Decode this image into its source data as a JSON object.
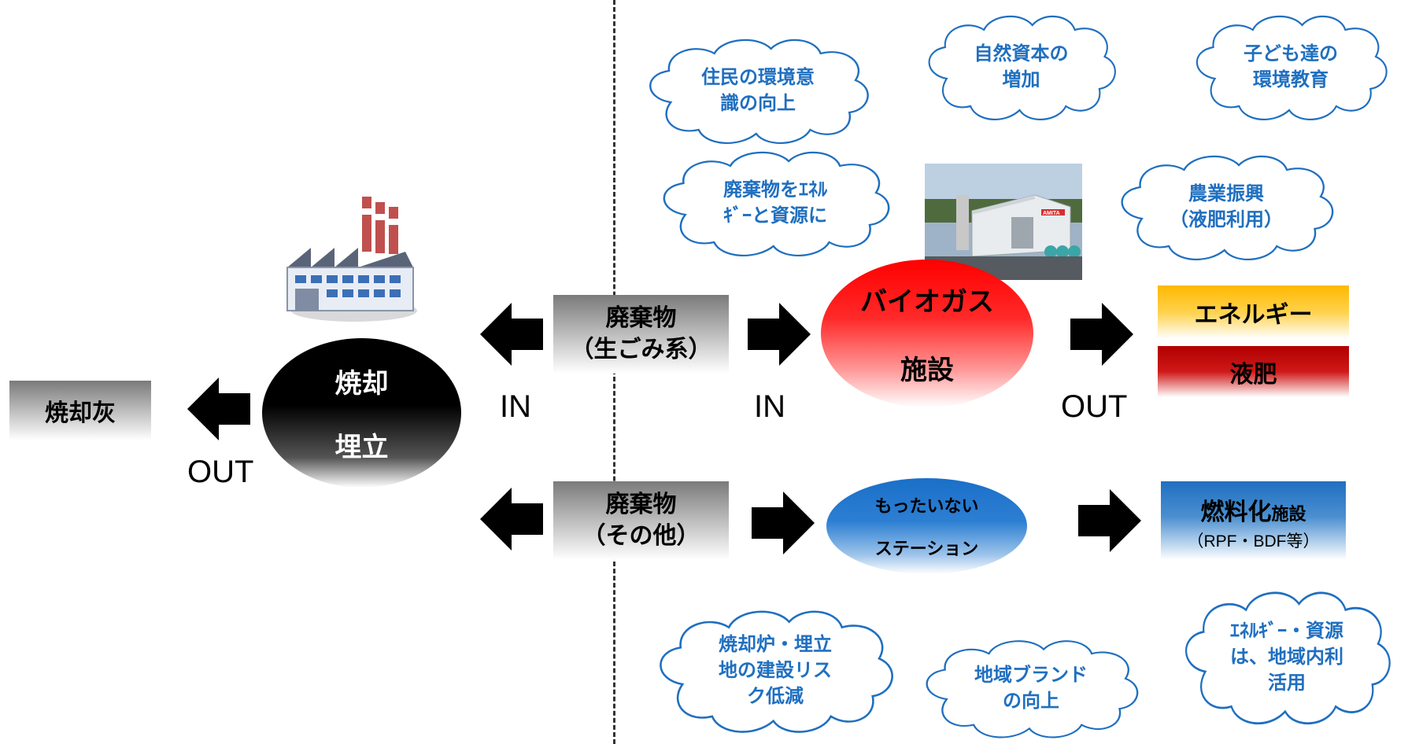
{
  "clouds": {
    "resident_awareness": "住民の環境意\n識の向上",
    "natural_capital": "自然資本の\n増加",
    "children_education": "子ども達の\n環境教育",
    "waste_to_energy": "廃棄物をｴﾈﾙ\nｷﾞｰと資源に",
    "agriculture": "農業振興\n（液肥利用）",
    "risk_reduction": "焼却炉・埋立\n地の建設リス\nク低減",
    "regional_brand": "地域ブランド\nの向上",
    "local_use": "ｴﾈﾙｷﾞｰ・資源\nは、地域内利\n活用"
  },
  "left": {
    "incineration_ash": "焼却灰",
    "incineration_line1": "焼却",
    "incineration_line2": "埋立",
    "out_label": "OUT",
    "in_label": "IN"
  },
  "center": {
    "waste_food_line1": "廃棄物",
    "waste_food_line2": "（生ごみ系）",
    "waste_other_line1": "廃棄物",
    "waste_other_line2": "（その他）",
    "in_label": "IN"
  },
  "right": {
    "biogas_line1": "バイオガス",
    "biogas_line2": "施設",
    "out_label": "OUT",
    "energy": "エネルギー",
    "liquid_fertilizer": "液肥",
    "mottainai_line1": "もったいない",
    "mottainai_line2": "ステーション",
    "fuel_main": "燃料化",
    "fuel_suffix": "施設",
    "fuel_note": "（RPF・BDF等）",
    "facility_photo_sign": "AMITA"
  },
  "colors": {
    "cloud_text": "#1f6fc0",
    "biogas_red": "#ff2020",
    "energy_yellow": "#ffc000",
    "fertilizer_red": "#c00000",
    "mottainai_blue": "#1a6fc8",
    "fuel_blue": "#1f6fc0"
  }
}
